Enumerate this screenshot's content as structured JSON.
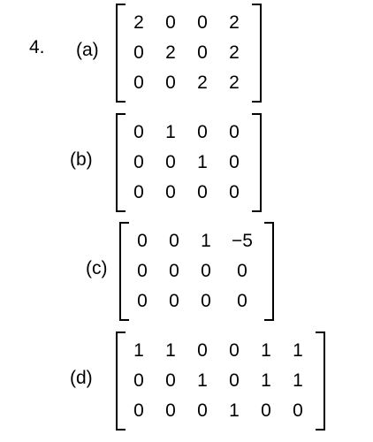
{
  "problem_number": "4.",
  "parts": [
    {
      "label": "(a)",
      "rows": [
        [
          "2",
          "0",
          "0",
          "2"
        ],
        [
          "0",
          "2",
          "0",
          "2"
        ],
        [
          "0",
          "0",
          "2",
          "2"
        ]
      ]
    },
    {
      "label": "(b)",
      "rows": [
        [
          "0",
          "1",
          "0",
          "0"
        ],
        [
          "0",
          "0",
          "1",
          "0"
        ],
        [
          "0",
          "0",
          "0",
          "0"
        ]
      ]
    },
    {
      "label": "(c)",
      "rows": [
        [
          "0",
          "0",
          "1",
          "−5"
        ],
        [
          "0",
          "0",
          "0",
          "0"
        ],
        [
          "0",
          "0",
          "0",
          "0"
        ]
      ]
    },
    {
      "label": "(d)",
      "rows": [
        [
          "1",
          "1",
          "0",
          "0",
          "1",
          "1"
        ],
        [
          "0",
          "0",
          "1",
          "0",
          "1",
          "1"
        ],
        [
          "0",
          "0",
          "0",
          "1",
          "0",
          "0"
        ]
      ]
    }
  ]
}
